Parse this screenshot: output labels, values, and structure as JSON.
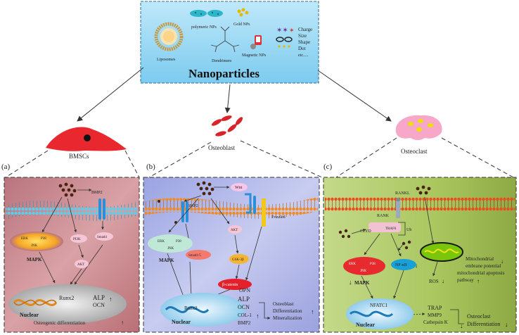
{
  "top": {
    "title": "Nanoparticles",
    "items": {
      "polymeric": "polymeric NPs",
      "gold": "Gold NPs",
      "liposomes": "Liposomes",
      "dendrimers": "Dendrimers",
      "magnetic": "Magnetic NPs",
      "charge": "Charge",
      "size": "Size",
      "shape": "Shape",
      "dot": "Dot",
      "etc": "etc....."
    }
  },
  "cells": {
    "bmsc": "BMSCs",
    "osteoblast": "Osteoblast",
    "osteoclast": "Osteoclast"
  },
  "panel_a": {
    "letter": "(a)",
    "bmp2": "BMP2",
    "erk": "ERK",
    "p38": "P38",
    "jnk": "JNK",
    "pi3k": "PI3K",
    "smad4": "Smad4",
    "akt": "AKT",
    "mapk": "MAPK",
    "runx2": "Runx2",
    "alp": "ALP",
    "ocn": "OCN",
    "nuclear": "Nuclear",
    "result": "Osteogenic differentiation"
  },
  "panel_b": {
    "letter": "(b)",
    "bmp2": "BMP2",
    "wnt": "Wnt",
    "frizzled": "Frizzled",
    "erk": "ERK",
    "p38": "P38",
    "jnk": "JNK",
    "mapk": "MAPK",
    "smad": "Smad1/5",
    "akt": "AKT",
    "gsk": "GSK-3β",
    "catenin": "β-catenin",
    "runx2": "Runx2",
    "nuclear": "Nuclear",
    "opn": "OPN",
    "alp": "ALP",
    "ocn": "OCN",
    "col1": "COL-1",
    "bmp2b": "BMP2",
    "r1": "Osteoblast",
    "r2": "Differentiation",
    "r3": "Mineralization"
  },
  "panel_c": {
    "letter": "(c)",
    "rankl": "RANKL",
    "rank": "RANK",
    "traf6": "TRAF6",
    "cyld": "CLYD",
    "ub": "Ub",
    "erk": "ERK",
    "p38": "P38",
    "jnk": "JNK",
    "mapk": "MAPK",
    "nfkb": "NF-κB",
    "ros": "ROS",
    "mito1": "Mitochondrial",
    "mito2": "embrane potential",
    "mito3": "mitochondrial apoptosis",
    "mito4": "pathway",
    "nfatc1": "NFATC1",
    "nuclear": "Nuclear",
    "trap": "TRAP",
    "mmp9": "MMP9",
    "cathepsin": "Cathepsin K",
    "r1": "Osteoclast",
    "r2": "Differentiation"
  },
  "colors": {
    "top_bg": "#8fd3f0",
    "panel_a_bg": "#c98a90",
    "panel_b_bg": "#aab2e6",
    "panel_c_bg": "#a9c760",
    "membrane_a": "#5ad0ee",
    "membrane_bc": "#f28a1c",
    "cell_red": "#e8282e",
    "osteoclast_pink": "#f7a8c8"
  }
}
